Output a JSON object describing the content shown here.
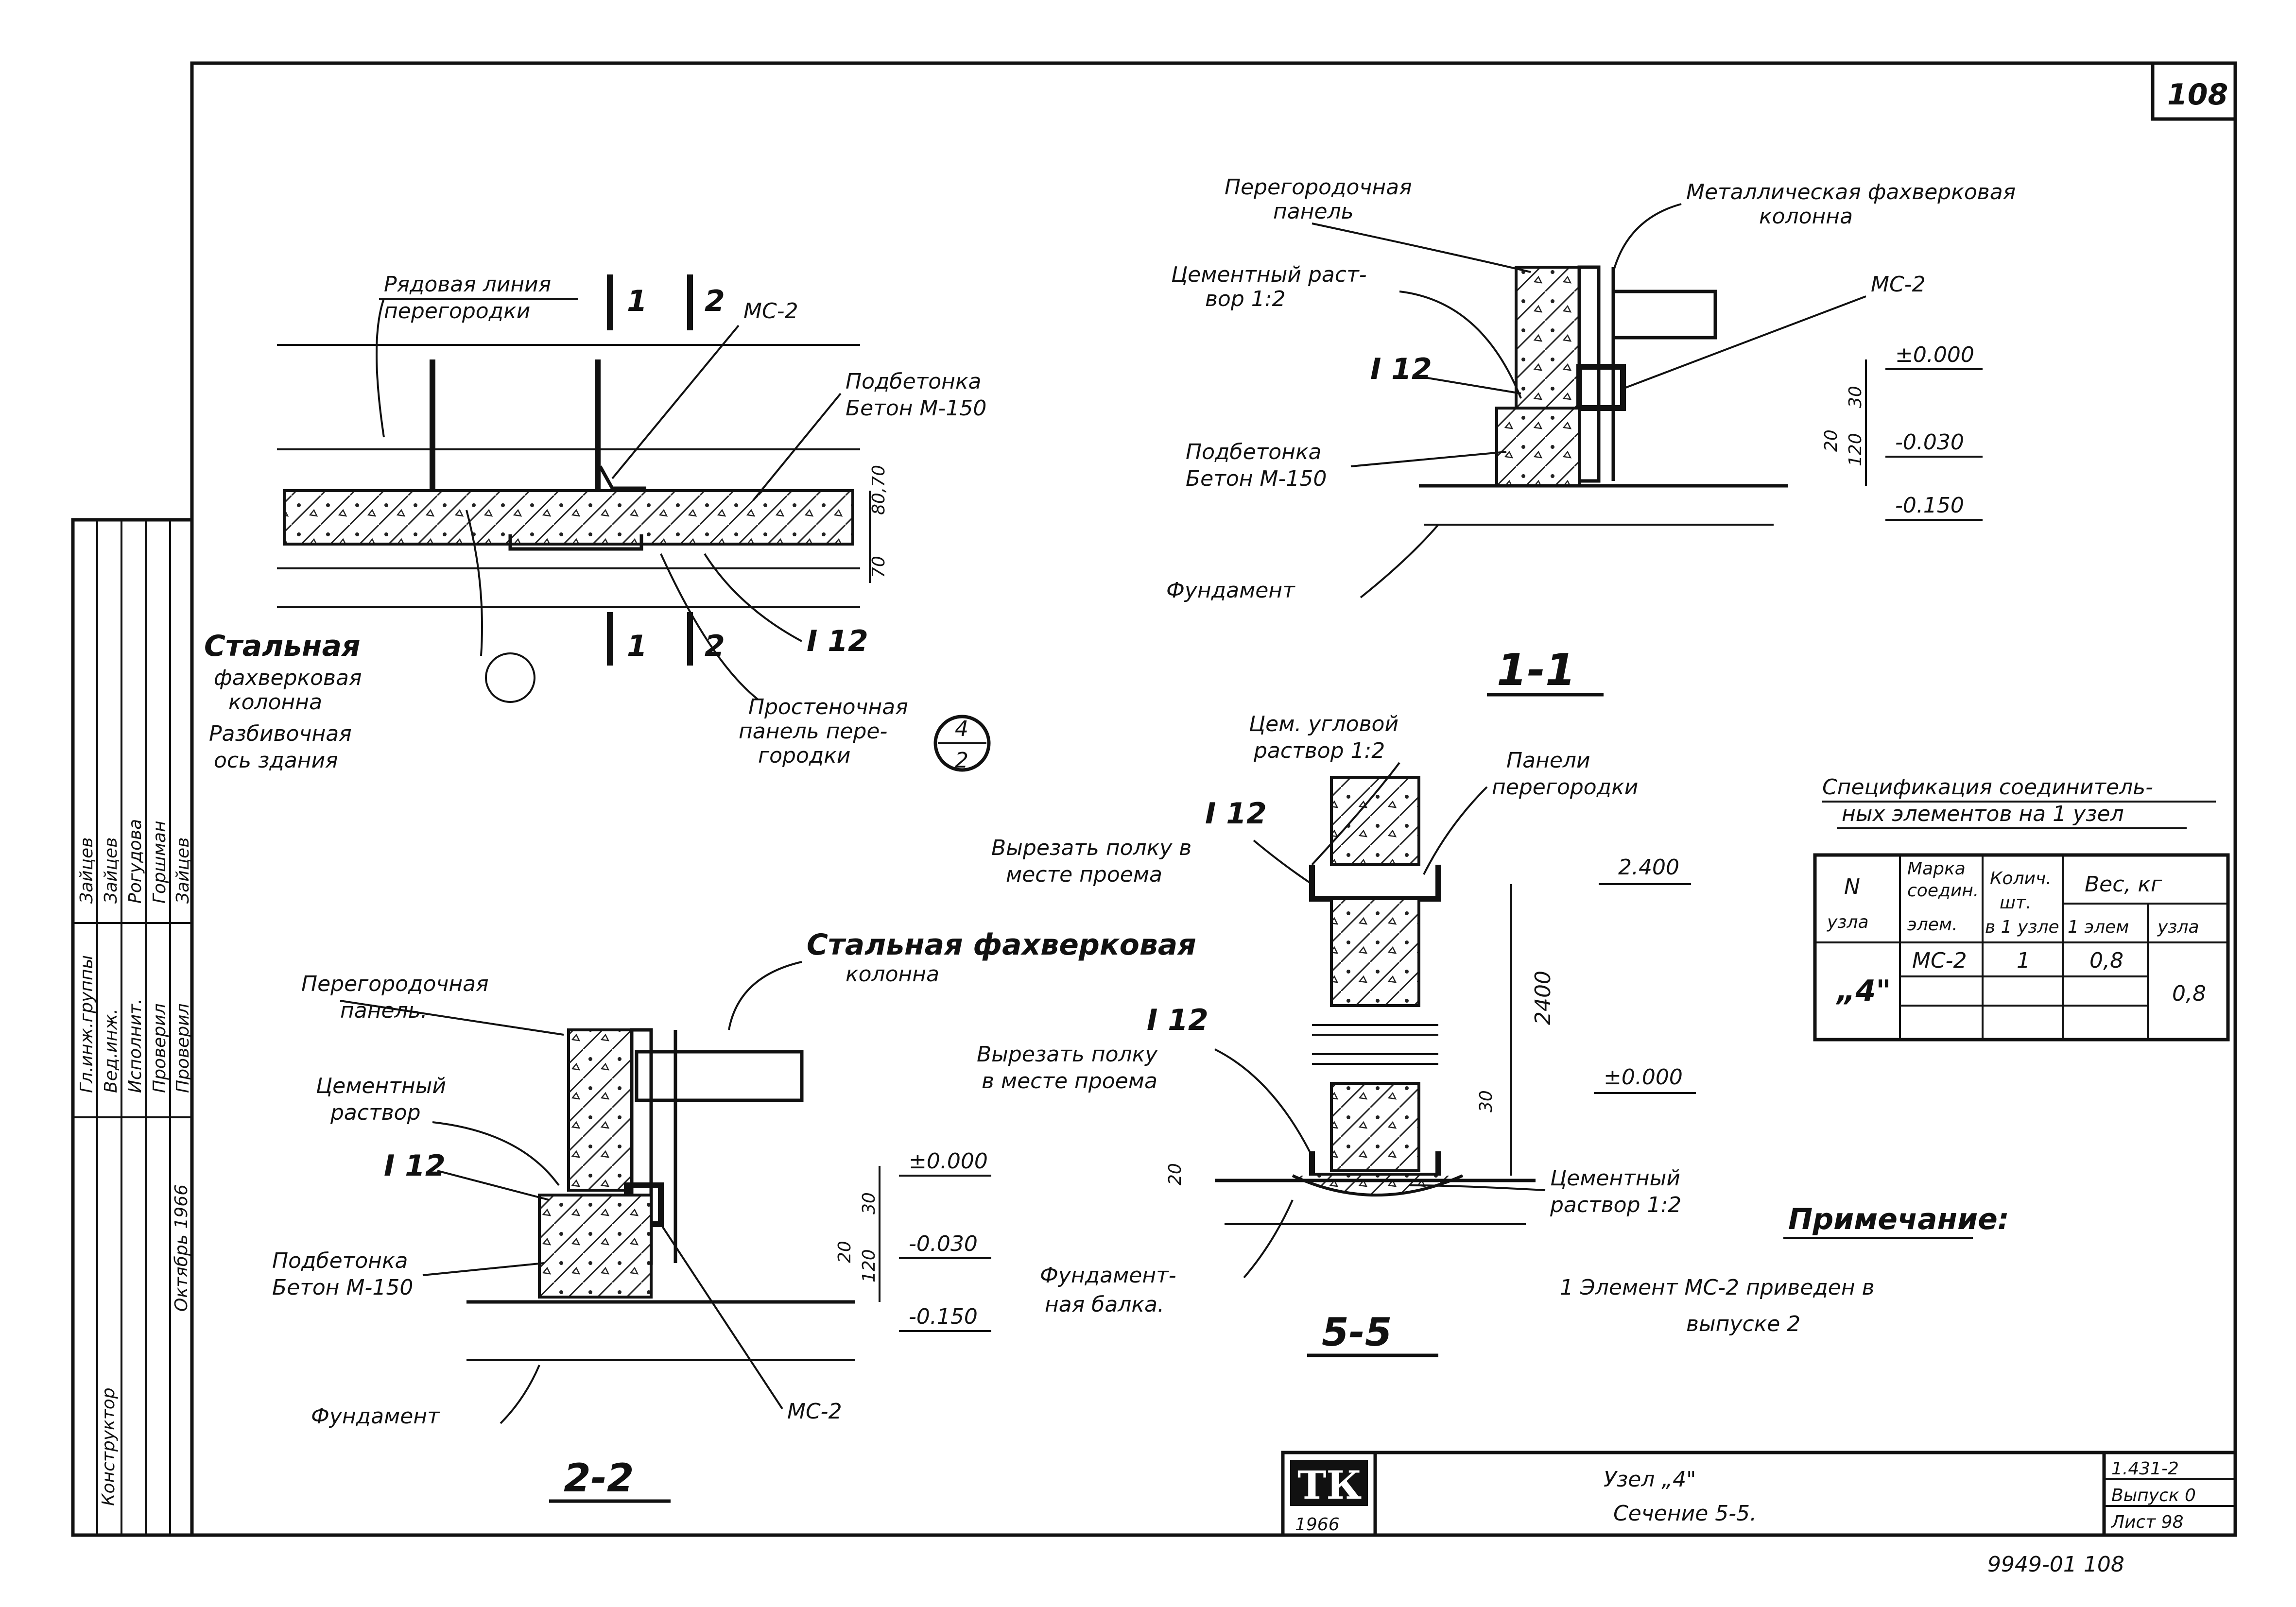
{
  "sheet": {
    "page_number": "108",
    "drawing_number": "9949-01   108"
  },
  "plan_view": {
    "label_joint_line": "Рядовая линия",
    "label_partition": "перегородки",
    "label_mc2": "МС-2",
    "label_concrete_top": "Подбетонка",
    "label_concrete_top_2": "Бетон М-150",
    "label_steel_column": "Стальная",
    "label_steel_column_2": "фахверковая",
    "label_steel_column_3": "колонна",
    "label_axis": "Разбивочная",
    "label_axis_2": "ось здания",
    "label_i12": "I 12",
    "label_wall_panel": "Простеночная",
    "label_wall_panel_2": "панель пере-",
    "label_wall_panel_3": "городки",
    "cut_1": "1",
    "cut_2": "2",
    "dim_1": "80,70",
    "dim_2": "70",
    "callout_top": "4",
    "callout_bottom": "2"
  },
  "section_1_1": {
    "title": "1-1",
    "label_partition_panel": "Перегородочная",
    "label_partition_panel_2": "панель",
    "label_metal_column": "Металлическая фахверковая",
    "label_metal_column_2": "колонна",
    "label_cement": "Цементный раст-",
    "label_cement_2": "вор 1:2",
    "label_mc2": "МС-2",
    "label_i12": "I 12",
    "label_concrete": "Подбетонка",
    "label_concrete_2": "Бетон М-150",
    "label_foundation": "Фундамент",
    "level_0": "±0.000",
    "level_1": "-0.030",
    "level_2": "-0.150",
    "dim_a": "30",
    "dim_b": "120",
    "dim_c": "20"
  },
  "section_2_2": {
    "title": "2-2",
    "label_partition_panel": "Перегородочная",
    "label_partition_panel_2": "панель.",
    "label_steel_column": "Стальная фахверковая",
    "label_steel_column_2": "колонна",
    "label_cement": "Цементный",
    "label_cement_2": "раствор",
    "label_i12": "I 12",
    "label_concrete": "Подбетонка",
    "label_concrete_2": "Бетон М-150",
    "label_foundation": "Фундамент",
    "label_mc2": "МС-2",
    "level_0": "±0.000",
    "level_1": "-0.030",
    "level_2": "-0.150",
    "dim_a": "30",
    "dim_b": "120",
    "dim_c": "20"
  },
  "section_5_5": {
    "title": "5-5",
    "label_cement_angle": "Цем. угловой",
    "label_cement_angle_2": "раствор 1:2",
    "label_panels": "Панели",
    "label_panels_2": "перегородки",
    "label_i12_top": "I 12",
    "label_cut_top": "Вырезать полку в",
    "label_cut_top_2": "месте проема",
    "level_top": "2.400",
    "dim_height": "2400",
    "label_i12_bottom": "I 12",
    "label_cut_bottom": "Вырезать полку",
    "label_cut_bottom_2": "в месте проема",
    "level_0": "±0.000",
    "dim_small": "30",
    "dim_left": "20",
    "label_cement_bottom": "Цементный",
    "label_cement_bottom_2": "раствор 1:2",
    "label_foundation": "Фундамент-",
    "label_foundation_2": "ная балка."
  },
  "specification": {
    "title": "Спецификация соединитель-",
    "title_2": "ных элементов на 1 узел",
    "headers": {
      "node_no": "N",
      "node_no_2": "узла",
      "mark": "Марка",
      "mark_2": "соедин.",
      "mark_3": "элем.",
      "qty": "Колич.",
      "qty_2": "шт.",
      "qty_3": "в 1 узле",
      "weight": "Вес, кг",
      "weight_elem": "1 элем",
      "weight_node": "узла"
    },
    "rows": [
      {
        "node": "„4\"",
        "mark": "МС-2",
        "qty": "1",
        "weight_elem": "0,8",
        "weight_node": "0,8"
      }
    ]
  },
  "note": {
    "title": "Примечание:",
    "text_1": "1 Элемент МС-2 приведен в",
    "text_2": "выпуске 2"
  },
  "title_block": {
    "logo": "ТК",
    "year": "1966",
    "title_1": "Узел „4\"",
    "title_2": "Сечение 5-5.",
    "series": "1.431-2",
    "issue": "Выпуск 0",
    "sheet": "Лист 98"
  },
  "side_stamp": {
    "rows": [
      {
        "role": "Гл.инж.группы",
        "name": "Зайцев"
      },
      {
        "role": "Вед.инж.",
        "name": "Зайцев"
      },
      {
        "role": "Исполнит.",
        "name": "Рогудова"
      },
      {
        "role": "Проверил",
        "name": "Горшман"
      },
      {
        "role": "Проверил",
        "name": "Зайцев"
      }
    ],
    "org": "Конструктор",
    "date": "Октябрь 1966"
  }
}
